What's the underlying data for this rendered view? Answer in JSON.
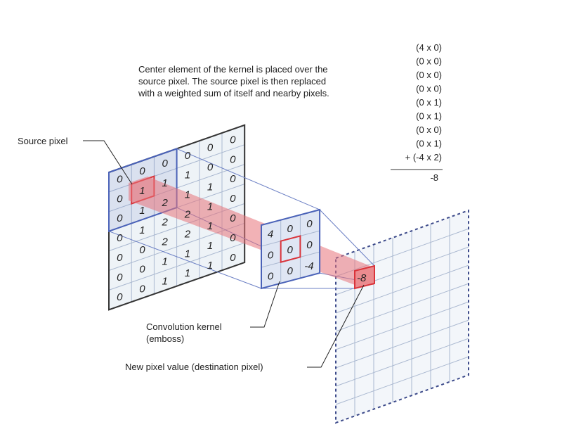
{
  "description_text": [
    "Center element of the kernel is placed over the",
    "source pixel. The source pixel is then replaced",
    "with a weighted sum of itself and nearby pixels."
  ],
  "equation": {
    "terms": [
      "(4 x 0)",
      "(0 x 0)",
      "(0 x 0)",
      "(0 x 0)",
      "(0 x 1)",
      "(0 x 1)",
      "(0 x 0)",
      "(0 x 1)",
      "+ (-4 x 2)"
    ],
    "result": "-8"
  },
  "labels": {
    "source_pixel": "Source pixel",
    "kernel_line1": "Convolution kernel",
    "kernel_line2": "(emboss)",
    "destination": "New pixel value (destination pixel)"
  },
  "source_grid": [
    [
      "0",
      "0",
      "0",
      "0",
      "0",
      "0"
    ],
    [
      "0",
      "1",
      "1",
      "1",
      "0",
      "0"
    ],
    [
      "0",
      "1",
      "2",
      "1",
      "1",
      "0"
    ],
    [
      "0",
      "1",
      "2",
      "2",
      "1",
      "0"
    ],
    [
      "0",
      "0",
      "2",
      "2",
      "1",
      "0"
    ],
    [
      "0",
      "0",
      "1",
      "1",
      "1",
      "0"
    ],
    [
      "0",
      "0",
      "1",
      "1",
      "1",
      "0"
    ]
  ],
  "kernel": [
    [
      "4",
      "0",
      "0"
    ],
    [
      "0",
      "0",
      "0"
    ],
    [
      "0",
      "0",
      "-4"
    ]
  ],
  "destination_value": "-8",
  "colors": {
    "grid_border": "#333333",
    "kernel_border": "#4a62b8",
    "highlight": "#d9333a",
    "beam": "#e8737a"
  }
}
